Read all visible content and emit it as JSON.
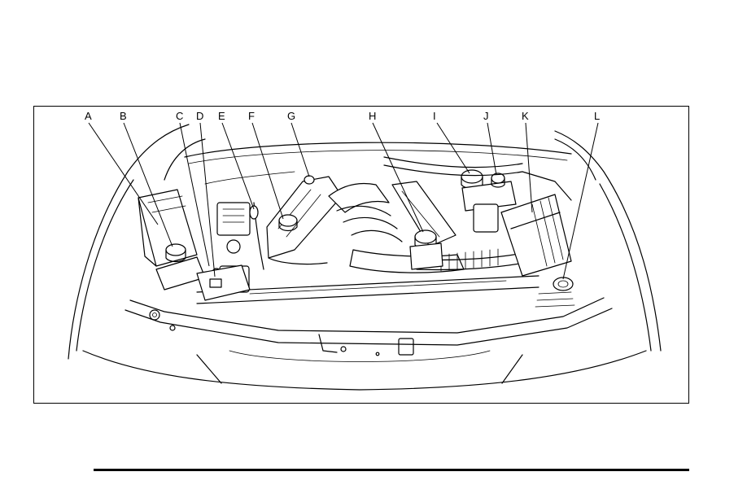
{
  "figure": {
    "callouts": [
      {
        "letter": "A"
      },
      {
        "letter": "B"
      },
      {
        "letter": "C"
      },
      {
        "letter": "D"
      },
      {
        "letter": "E"
      },
      {
        "letter": "F"
      },
      {
        "letter": "G"
      },
      {
        "letter": "H"
      },
      {
        "letter": "I"
      },
      {
        "letter": "J"
      },
      {
        "letter": "K"
      },
      {
        "letter": "L"
      }
    ]
  },
  "colors": {
    "line": "#000000",
    "background": "#ffffff"
  }
}
